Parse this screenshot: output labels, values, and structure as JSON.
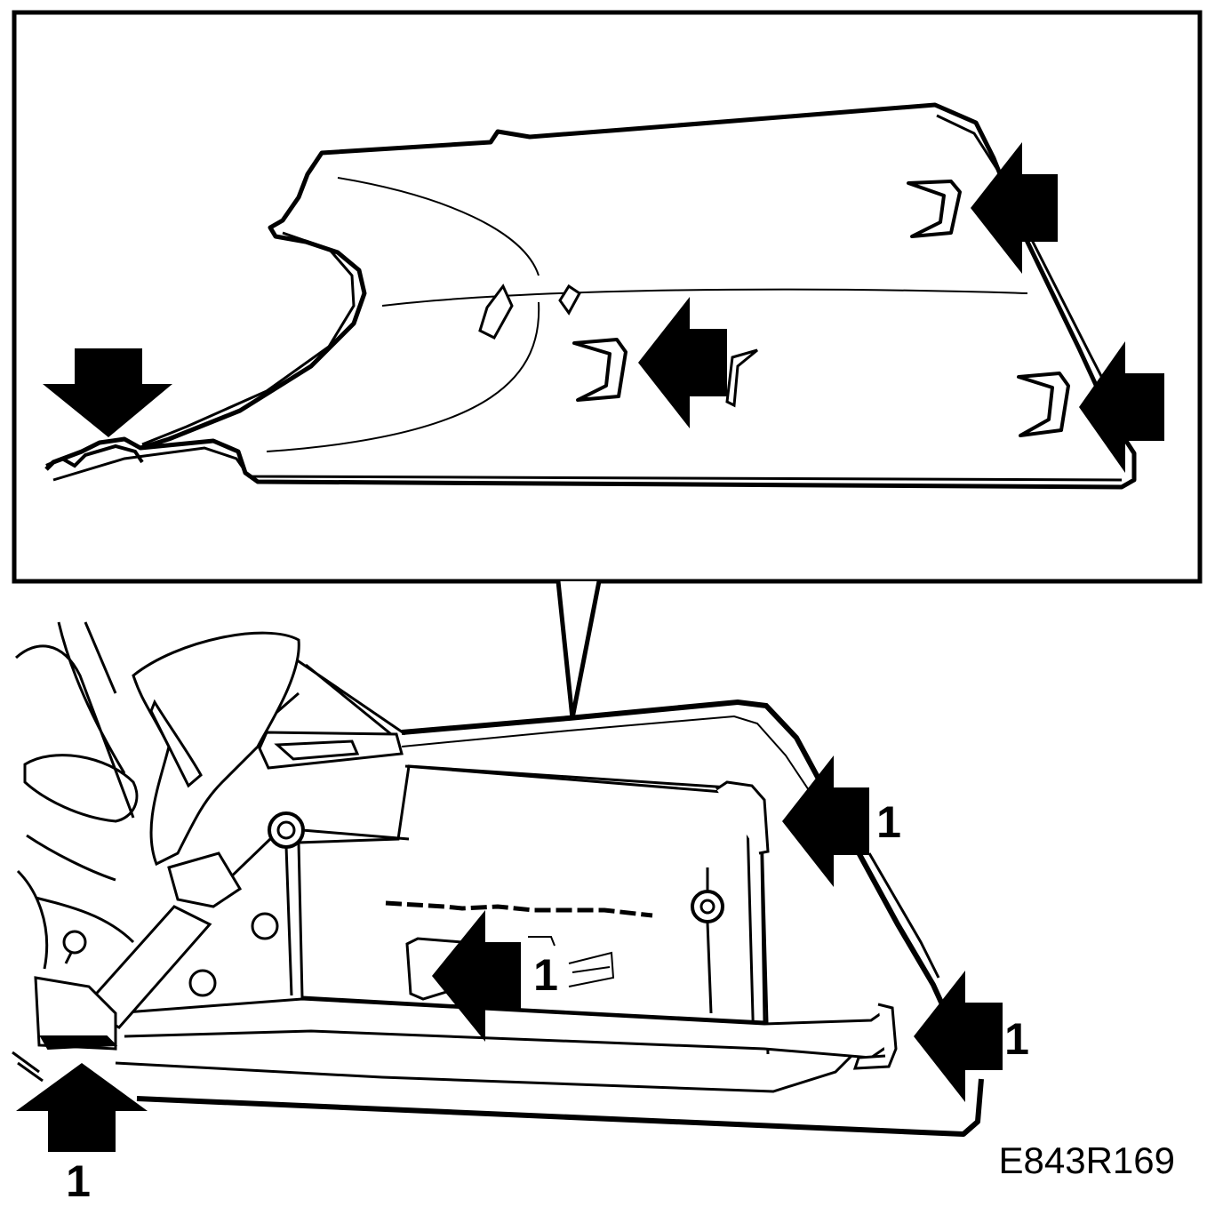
{
  "figure": {
    "reference_code": "E843R169",
    "callout_label": "1"
  },
  "callouts": [
    {
      "id": "right-upper",
      "label": "1"
    },
    {
      "id": "center",
      "label": "1"
    },
    {
      "id": "right-lower",
      "label": "1"
    },
    {
      "id": "bottom-left",
      "label": "1"
    }
  ],
  "colors": {
    "ink": "#000000",
    "paper": "#ffffff"
  }
}
